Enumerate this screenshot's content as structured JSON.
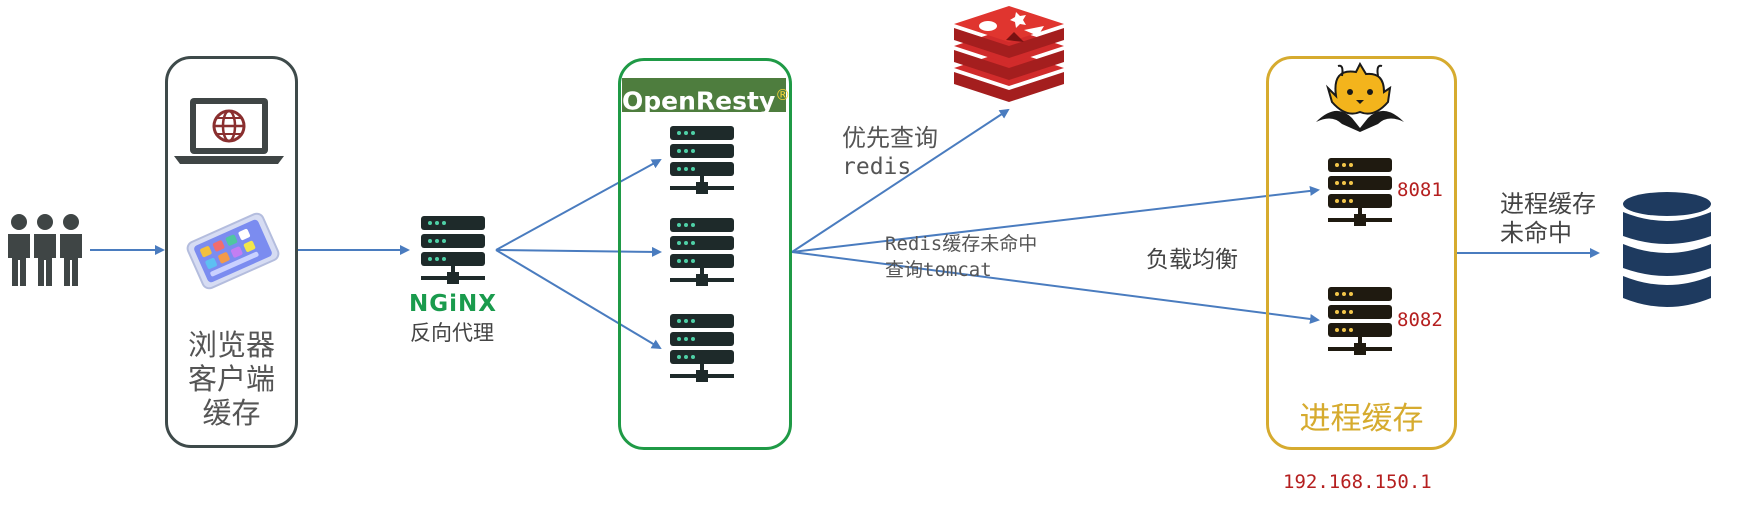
{
  "browser": {
    "label_lines": [
      "浏览器",
      "客户端",
      "缓存"
    ]
  },
  "nginx": {
    "logo": "NGiNX",
    "label": "反向代理"
  },
  "openresty": {
    "badge": "OpenResty",
    "registered": "®"
  },
  "redis_query": {
    "line1": "优先查询",
    "line2": "redis"
  },
  "redis_miss": {
    "line1_mono": "Redis",
    "line1_text": "缓存未命中",
    "line2_text": "查询",
    "line2_mono": "tomcat"
  },
  "load_balance": {
    "label": "负载均衡"
  },
  "tomcat": {
    "ports": [
      "8081",
      "8082"
    ],
    "label": "进程缓存",
    "ip": "192.168.150.1"
  },
  "process_miss": {
    "lines": [
      "进程缓存",
      "未命中"
    ]
  },
  "colors": {
    "arrow": "#4a7cbf",
    "browser_border": "#3e4a4a",
    "openresty_border": "#1f9a46",
    "tomcat_border": "#d6ab2f",
    "server_dark": "#1e2a2a",
    "server_gold_dark": "#1f1a10",
    "redis_red": "#d12b2b",
    "db_navy": "#1e3a5f"
  },
  "icons": [
    "users-icon",
    "laptop-globe-icon",
    "smartphone-icon",
    "server-icon",
    "redis-logo",
    "tomcat-logo",
    "database-icon"
  ]
}
